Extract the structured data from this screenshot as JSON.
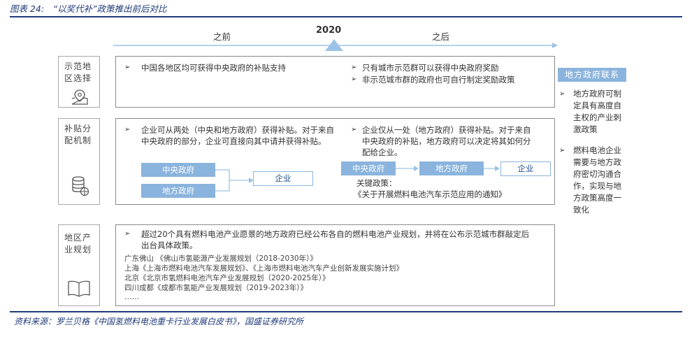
{
  "figure": {
    "title": "图表 24:　“以奖代补”政策推出前后对比",
    "source": "资料来源：罗兰贝格《中国氢燃料电池重卡行业发展白皮书》，国盛证券研究所"
  },
  "timeline": {
    "before": "之前",
    "year": "2020",
    "after": "之后"
  },
  "rows": [
    {
      "label": "示范地区选择",
      "icon": "map-pin-icon",
      "before": "中国各地区均可获得中央政府的补贴支持",
      "after": [
        "只有城市示范群可以获得中央政府奖励",
        "非示范城市群的政府也可自行制定奖励政策"
      ]
    },
    {
      "label": "补贴分配机制",
      "icon": "database-icon",
      "before": "企业可从两处（中央和地方政府）获得补贴。对于来自中央政府的部分，企业可直接向其中请并获得补贴。",
      "after": "企业仅从一处（地方政府）获得补贴。对于来自中央政府的补贴，地方政府可以决定将其如何分配给企业。",
      "before_flow": {
        "central": "中央政府",
        "local": "地方政府",
        "enterprise": "企业"
      },
      "after_flow": {
        "central": "中央政府",
        "local": "地方政府",
        "enterprise": "企业"
      },
      "key_policy_label": "关键政策：",
      "key_policy": "《关于开展燃料电池汽车示范应用的通知》"
    },
    {
      "label": "地区产业规划",
      "icon": "book-icon",
      "summary": "超过20个具有燃料电池产业愿景的地方政府已经公布各自的燃料电池产业规划，并将在公布示范城市群敲定后出台具体政策。",
      "plans": [
        "广东佛山 《佛山市氢能源产业发展规划（2018-2030年）》",
        "上海《上海市燃料电池汽车发展规划》、《上海市燃料电池汽车产业创新发展实施计划》",
        "北京《北京市氢燃料电池汽车产业发展规划（2020-2025年）》",
        "四川成都《成都市氢能产业发展规划（2019-2023年）》",
        "……"
      ]
    }
  ],
  "right_panel": {
    "title": "地方政府联系",
    "points": [
      "地方政府可制定具有高度自主权的产业刺激政策",
      "燃料电池企业需要与地方政府密切沟通合作，实现与地方政策高度一致化"
    ]
  },
  "colors": {
    "navy": "#1f3a7a",
    "light_blue": "#8ab4dd",
    "arrow_blue": "#9cc3e6"
  }
}
